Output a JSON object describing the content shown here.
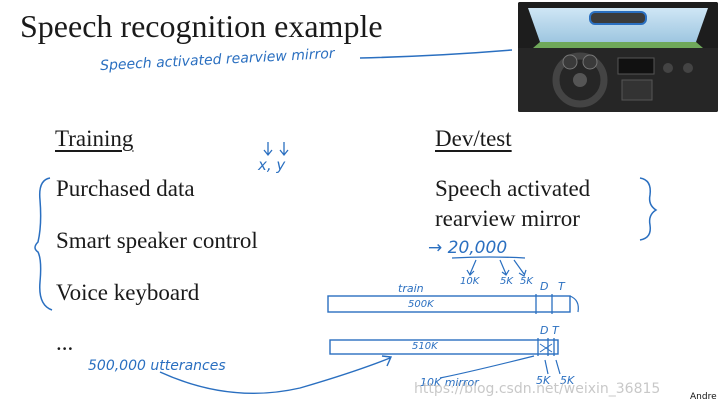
{
  "slide": {
    "title": "Speech recognition example",
    "training_heading": "Training",
    "dev_test_heading": "Dev/test",
    "training_items": [
      "Purchased data",
      "Smart speaker control",
      "Voice keyboard",
      "..."
    ],
    "dev_test_lines": [
      "Speech activated",
      "rearview mirror"
    ]
  },
  "annotations": {
    "car_note": "Speech activated rearview mirror",
    "xy": "x, y",
    "count_20k": "→ 20,000",
    "split_10k": "10K",
    "split_5k_a": "5K",
    "split_5k_b": "5K",
    "label_d": "D",
    "label_t": "T",
    "label_train": "train",
    "bar1_label": "500K",
    "bar2_label": "510K",
    "bar2_d": "D",
    "bar2_t": "T",
    "utterances": "500,000   utterances",
    "bottom_10k": "10K mirror",
    "bottom_5k_a": "5K",
    "bottom_5k_b": "5K"
  },
  "watermark": "https://blog.csdn.net/weixin_36815",
  "corner_text": "Andre",
  "colors": {
    "ink": "#2a6fc0",
    "text": "#1a1a1a"
  }
}
